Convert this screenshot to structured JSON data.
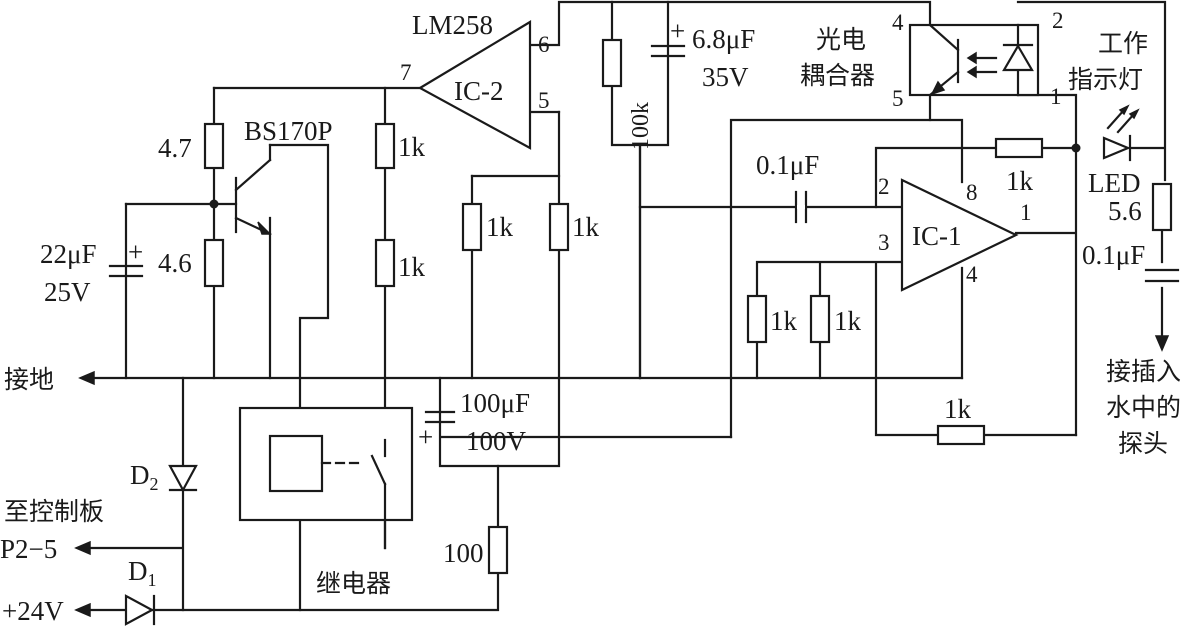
{
  "components": {
    "ic1": {
      "name": "IC-1",
      "pins": {
        "inv": "2",
        "noninv": "3",
        "out": "1",
        "vcc": "8",
        "gnd": "4"
      }
    },
    "ic2": {
      "name": "IC-2",
      "part": "LM258",
      "pins": {
        "out": "7",
        "in_a": "6",
        "in_b": "5"
      }
    },
    "transistor": {
      "part": "BS170P"
    },
    "optocoupler": {
      "label_line1": "光电",
      "label_line2": "耦合器",
      "pins": {
        "p1": "1",
        "p2": "2",
        "p4": "4",
        "p5": "5"
      }
    },
    "relay": {
      "label": "继电器"
    },
    "led": {
      "label": "LED",
      "caption_line1": "工作",
      "caption_line2": "指示灯"
    },
    "diodes": {
      "d1_main": "D",
      "d1_sub": "1",
      "d2_main": "D",
      "d2_sub": "2"
    },
    "capacitors": {
      "c22u_value": "22μF",
      "c22u_voltage": "25V",
      "c22u_polarity": "+",
      "c68u_value": "6.8μF",
      "c68u_voltage": "35V",
      "c68u_polarity": "+",
      "c100u_value": "100μF",
      "c100u_voltage": "100V",
      "c100u_polarity": "+",
      "c01_ic": "0.1μF",
      "c01_probe": "0.1μF"
    },
    "resistors": {
      "r4_7": "4.7",
      "r4_6": "4.6",
      "r_1k_a": "1k",
      "r_1k_b": "1k",
      "r_1k_c": "1k",
      "r_1k_d": "1k",
      "r100k": "100k",
      "r_1k_fb": "1k",
      "r_1k_e": "1k",
      "r_1k_f": "1k",
      "r_1k_bot": "1k",
      "r5_6": "5.6",
      "r100": "100"
    }
  },
  "terminals": {
    "ground": "接地",
    "control_line1": "至控制板",
    "control_line2": "P2−5",
    "supply": "+24V",
    "probe_line1": "接插入",
    "probe_line2": "水中的",
    "probe_line3": "探头"
  }
}
